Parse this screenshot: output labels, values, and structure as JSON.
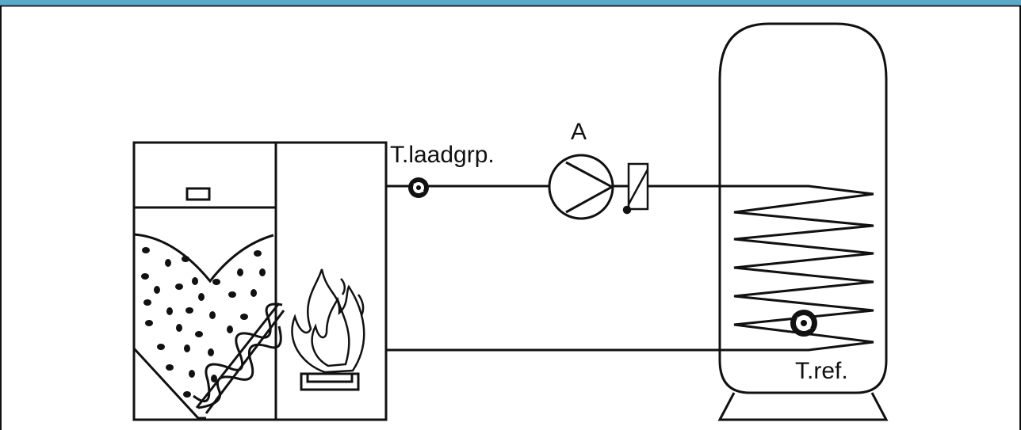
{
  "labels": {
    "sensor_charge_group": "T.laadgrp.",
    "pump": "A",
    "sensor_reference": "T.ref."
  },
  "colors": {
    "top_bar": "#5aa9c8",
    "top_bar_border": "#1f2a33",
    "line": "#111111",
    "background": "#ffffff"
  }
}
